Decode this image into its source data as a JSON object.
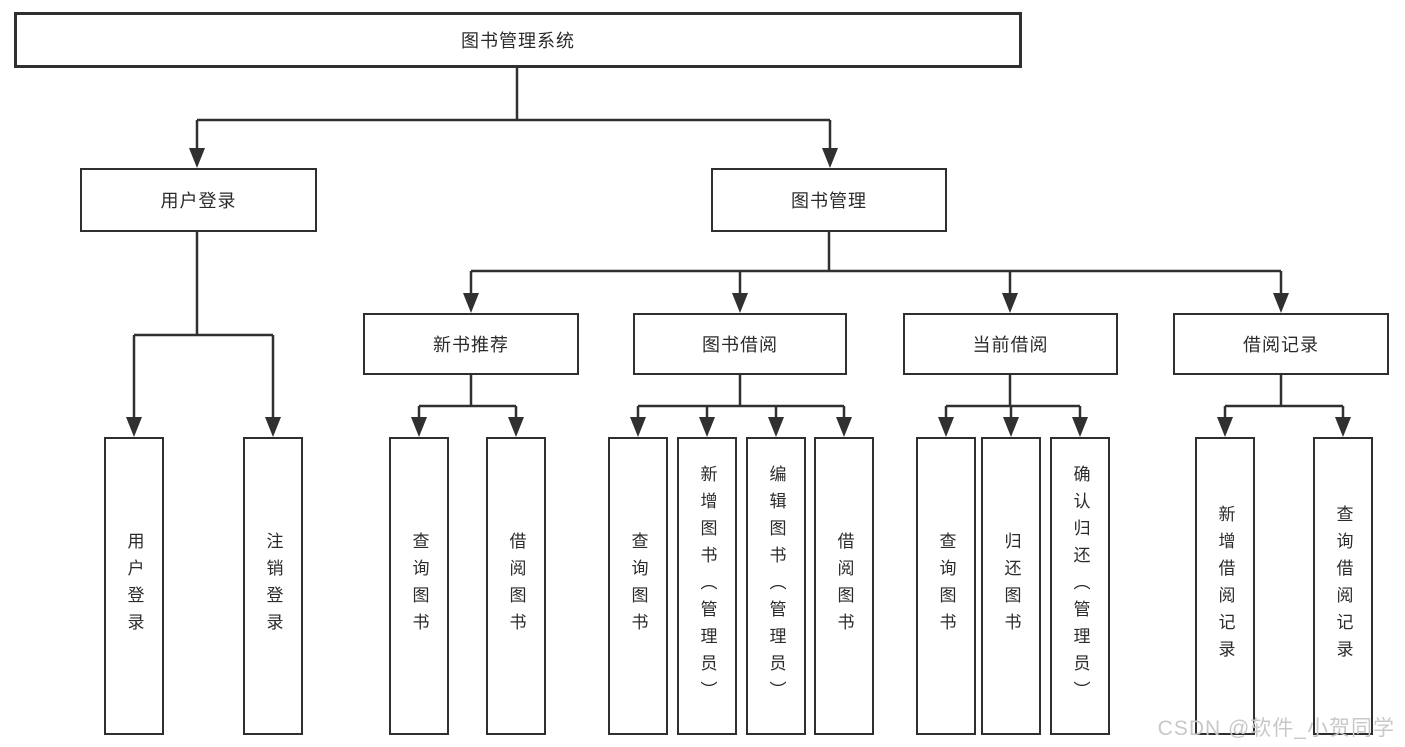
{
  "diagram_type": "hierarchy-tree",
  "tree": {
    "label": "图书管理系统",
    "children": [
      {
        "label": "用户登录",
        "children": [
          {
            "label": "用户登录"
          },
          {
            "label": "注销登录"
          }
        ]
      },
      {
        "label": "图书管理",
        "children": [
          {
            "label": "新书推荐",
            "children": [
              {
                "label": "查询图书"
              },
              {
                "label": "借阅图书"
              }
            ]
          },
          {
            "label": "图书借阅",
            "children": [
              {
                "label": "查询图书"
              },
              {
                "label": "新增图书（管理员）"
              },
              {
                "label": "编辑图书（管理员）"
              },
              {
                "label": "借阅图书"
              }
            ]
          },
          {
            "label": "当前借阅",
            "children": [
              {
                "label": "查询图书"
              },
              {
                "label": "归还图书"
              },
              {
                "label": "确认归还（管理员）"
              }
            ]
          },
          {
            "label": "借阅记录",
            "children": [
              {
                "label": "新增借阅记录"
              },
              {
                "label": "查询借阅记录"
              }
            ]
          }
        ]
      }
    ]
  },
  "watermark": {
    "text": "CSDN @软件_小贺同学"
  },
  "colors": {
    "line": "#303030",
    "box_border": "#2f2f2f",
    "text": "#2b2b2b",
    "watermark": "#c8c8c8",
    "background": "#ffffff"
  }
}
